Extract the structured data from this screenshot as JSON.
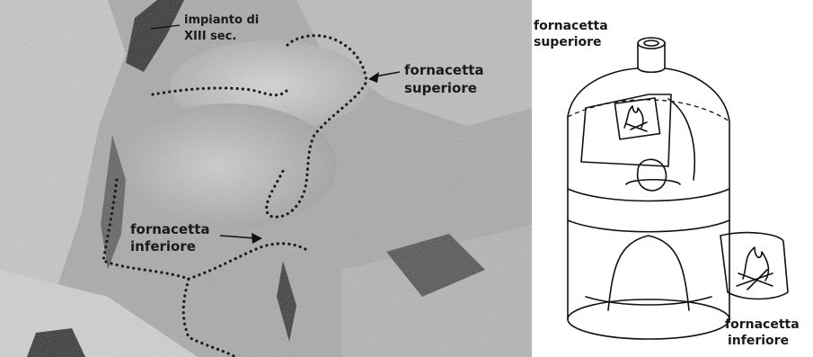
{
  "photo": {
    "label_period_line1": "impianto di",
    "label_period_line2": "XIII sec.",
    "label_upper_line1": "fornacetta",
    "label_upper_line2": "superiore",
    "label_lower_line1": "fornacetta",
    "label_lower_line2": "inferiore"
  },
  "diagram": {
    "label_upper_line1": "fornacetta",
    "label_upper_line2": "superiore",
    "label_lower_line1": "fornacetta",
    "label_lower_line2": "inferiore"
  }
}
